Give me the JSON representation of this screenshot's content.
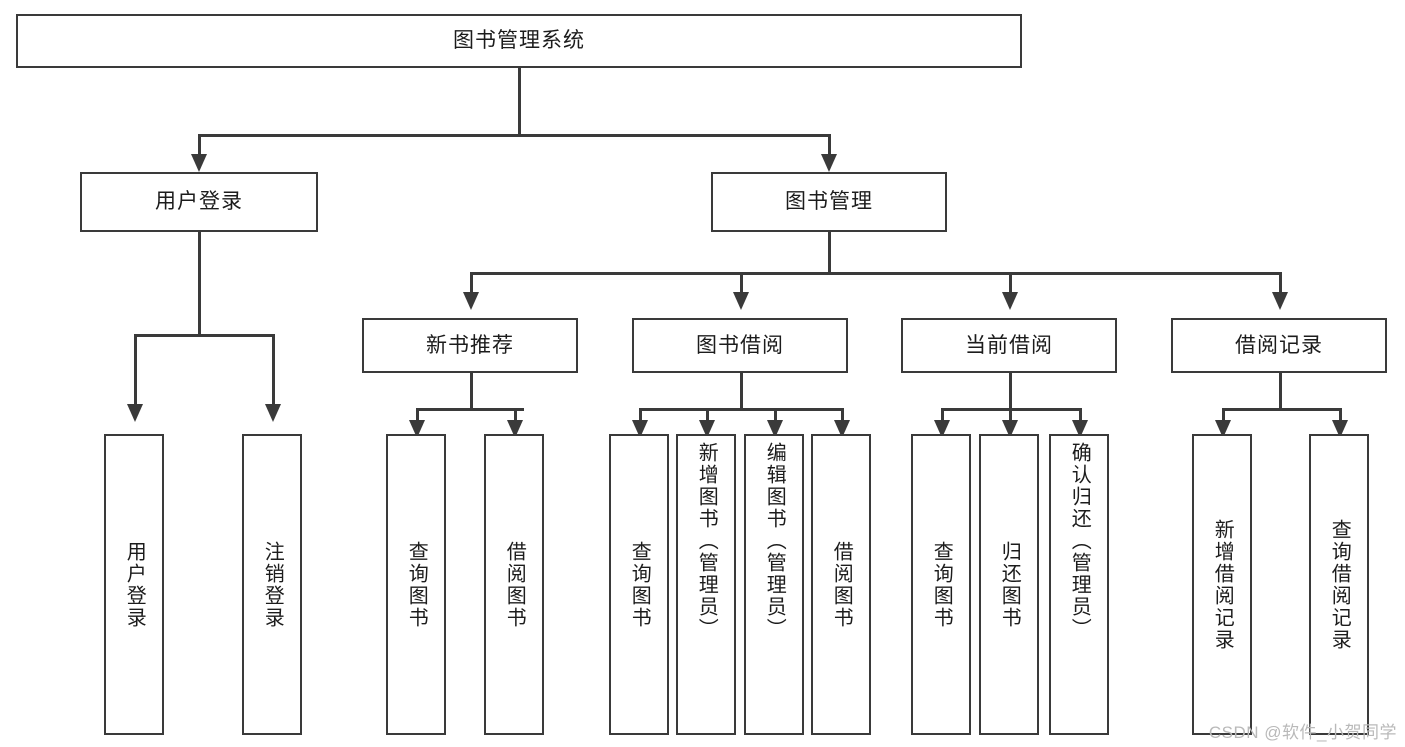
{
  "diagram": {
    "title": "图书管理系统",
    "type": "system-function-structure-tree",
    "root": {
      "label": "图书管理系统"
    },
    "level2": [
      {
        "label": "用户登录"
      },
      {
        "label": "图书管理"
      }
    ],
    "level3": [
      {
        "label": "新书推荐",
        "parent": "图书管理"
      },
      {
        "label": "图书借阅",
        "parent": "图书管理"
      },
      {
        "label": "当前借阅",
        "parent": "图书管理"
      },
      {
        "label": "借阅记录",
        "parent": "图书管理"
      }
    ],
    "leaves": {
      "user_login": [
        {
          "label": "用户登录"
        },
        {
          "label": "注销登录"
        }
      ],
      "new_book_recommend": [
        {
          "label": "查询图书"
        },
        {
          "label": "借阅图书"
        }
      ],
      "book_borrow": [
        {
          "label": "查询图书"
        },
        {
          "label": "新增图书（管理员）"
        },
        {
          "label": "编辑图书（管理员）"
        },
        {
          "label": "借阅图书"
        }
      ],
      "current_borrow": [
        {
          "label": "查询图书"
        },
        {
          "label": "归还图书"
        },
        {
          "label": "确认归还（管理员）"
        }
      ],
      "borrow_record": [
        {
          "label": "新增借阅记录"
        },
        {
          "label": "查询借阅记录"
        }
      ]
    }
  },
  "watermark": {
    "text": "CSDN @软件_小贺同学"
  },
  "colors": {
    "background": "#ffffff",
    "stroke": "#3a3a3a",
    "text": "#1c1c1c",
    "watermark": "#b9b9b9"
  }
}
